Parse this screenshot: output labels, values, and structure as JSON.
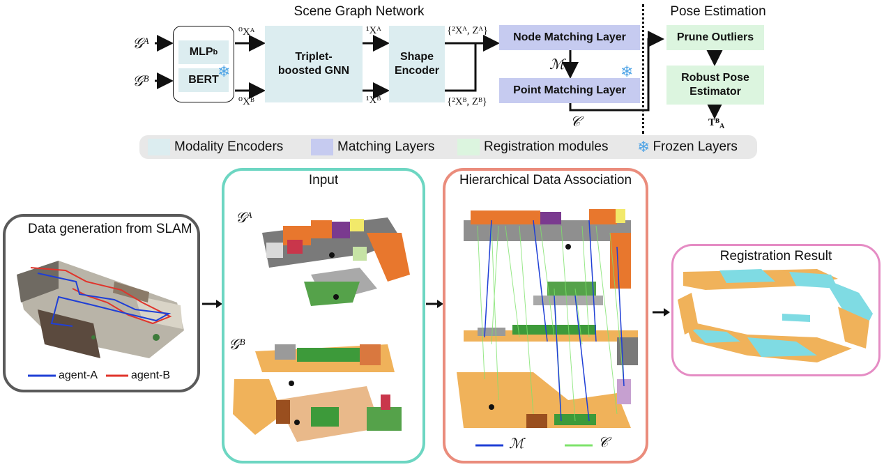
{
  "network": {
    "scene_graph_network_label": "Scene Graph Network",
    "pose_estimation_label": "Pose Estimation",
    "graph_a": "𝒢ᴬ",
    "graph_b": "𝒢ᴮ",
    "mlp_label": "MLP",
    "mlp_sub": "b",
    "bert_label": "BERT",
    "gnn_label": "Triplet-boosted GNN",
    "shape_encoder_label": "Shape Encoder",
    "node_matching_label": "Node Matching Layer",
    "point_matching_label": "Point Matching Layer",
    "prune_outliers_label": "Prune Outliers",
    "robust_pose_label": "Robust Pose Estimator",
    "x0a": "⁰Xᴬ",
    "x0b": "⁰Xᴮ",
    "x1a": "¹Xᴬ",
    "x1b": "¹Xᴮ",
    "x2a_za": "{²Xᴬ, Zᴬ}",
    "x2b_zb": "{²Xᴮ, Zᴮ}",
    "m_symbol": "ℳ",
    "c_symbol": "𝒞",
    "t_symbol": "Tᴮ",
    "t_sub": "A"
  },
  "legend": {
    "items": [
      {
        "label": "Modality Encoders",
        "color": "#dcedf0"
      },
      {
        "label": "Matching Layers",
        "color": "#c6cbf0"
      },
      {
        "label": "Registration modules",
        "color": "#dcf5df"
      },
      {
        "label": "Frozen Layers",
        "color": "#4da3e6"
      }
    ]
  },
  "panels": {
    "slam_title": "Data generation from SLAM",
    "agent_a": "agent-A",
    "agent_b": "agent-B",
    "agent_a_color": "#1f3fd6",
    "agent_b_color": "#e0342b",
    "input_title": "Input",
    "input_graph_a": "𝒢ᴬ",
    "input_graph_b": "𝒢ᴮ",
    "hda_title": "Hierarchical Data Association",
    "hda_m": "ℳ",
    "hda_c": "𝒞",
    "hda_m_color": "#1f3fd6",
    "hda_c_color": "#7ee36b",
    "result_title": "Registration Result"
  },
  "colors": {
    "slam_border": "#5a5a5a",
    "input_border": "#6dd6c2",
    "hda_border": "#ea8c7c",
    "result_border": "#e58cc4",
    "point_orange": "#f0b25a",
    "point_cyan": "#7fdbe3"
  }
}
